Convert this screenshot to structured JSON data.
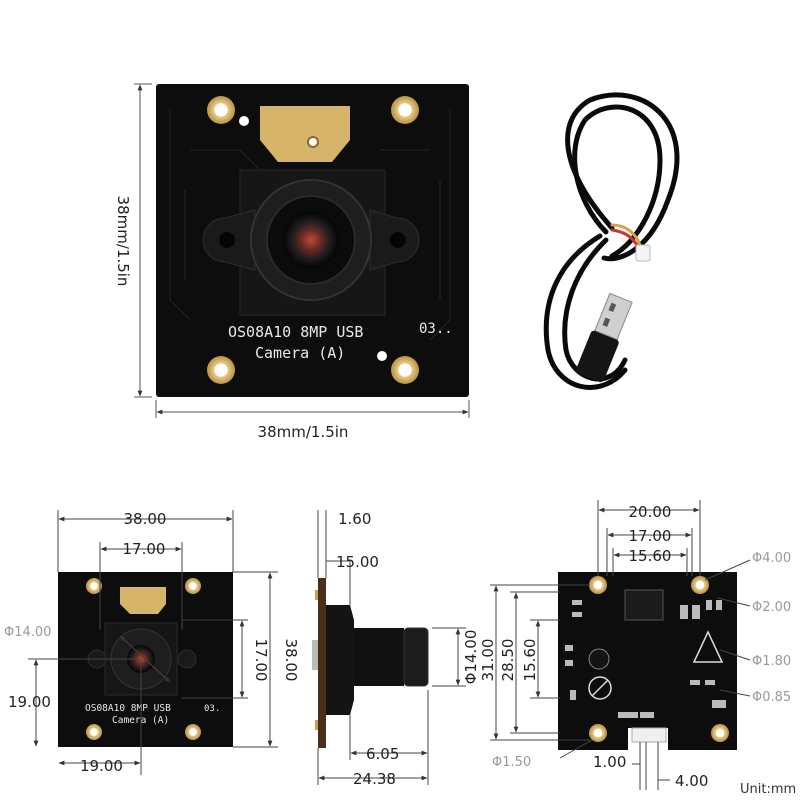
{
  "top_view": {
    "width_label": "38mm/1.5in",
    "height_label": "38mm/1.5in",
    "silk_line1": "OS08A10 8MP USB",
    "silk_line2": "Camera (A)",
    "silk_code": "03.."
  },
  "front_drawing": {
    "width": "38.00",
    "inner_width": "17.00",
    "height": "38.00",
    "inner_height": "17.00",
    "lens_dia": "Φ14.00",
    "hole_y": "19.00",
    "hole_x": "19.00",
    "silk_line1": "OS08A10 8MP USB",
    "silk_line2": "Camera (A)",
    "silk_code": "03."
  },
  "side_drawing": {
    "pcb_thickness": "1.60",
    "holder_offset": "15.00",
    "lens_dia": "Φ14.00",
    "lens_offset": "6.05",
    "total_depth": "24.38"
  },
  "back_drawing": {
    "w20": "20.00",
    "w17": "17.00",
    "w1560": "15.60",
    "h31": "31.00",
    "h2850": "28.50",
    "h1560": "15.60",
    "pitch": "1.00",
    "conn": "4.00",
    "d400": "Φ4.00",
    "d200": "Φ2.00",
    "d180": "Φ1.80",
    "d085": "Φ0.85",
    "d150": "Φ1.50",
    "unit": "Unit:mm"
  },
  "colors": {
    "pcb": "#111111",
    "pad": "#e2c47e",
    "gold": "#c9a24a",
    "line": "#333333"
  }
}
